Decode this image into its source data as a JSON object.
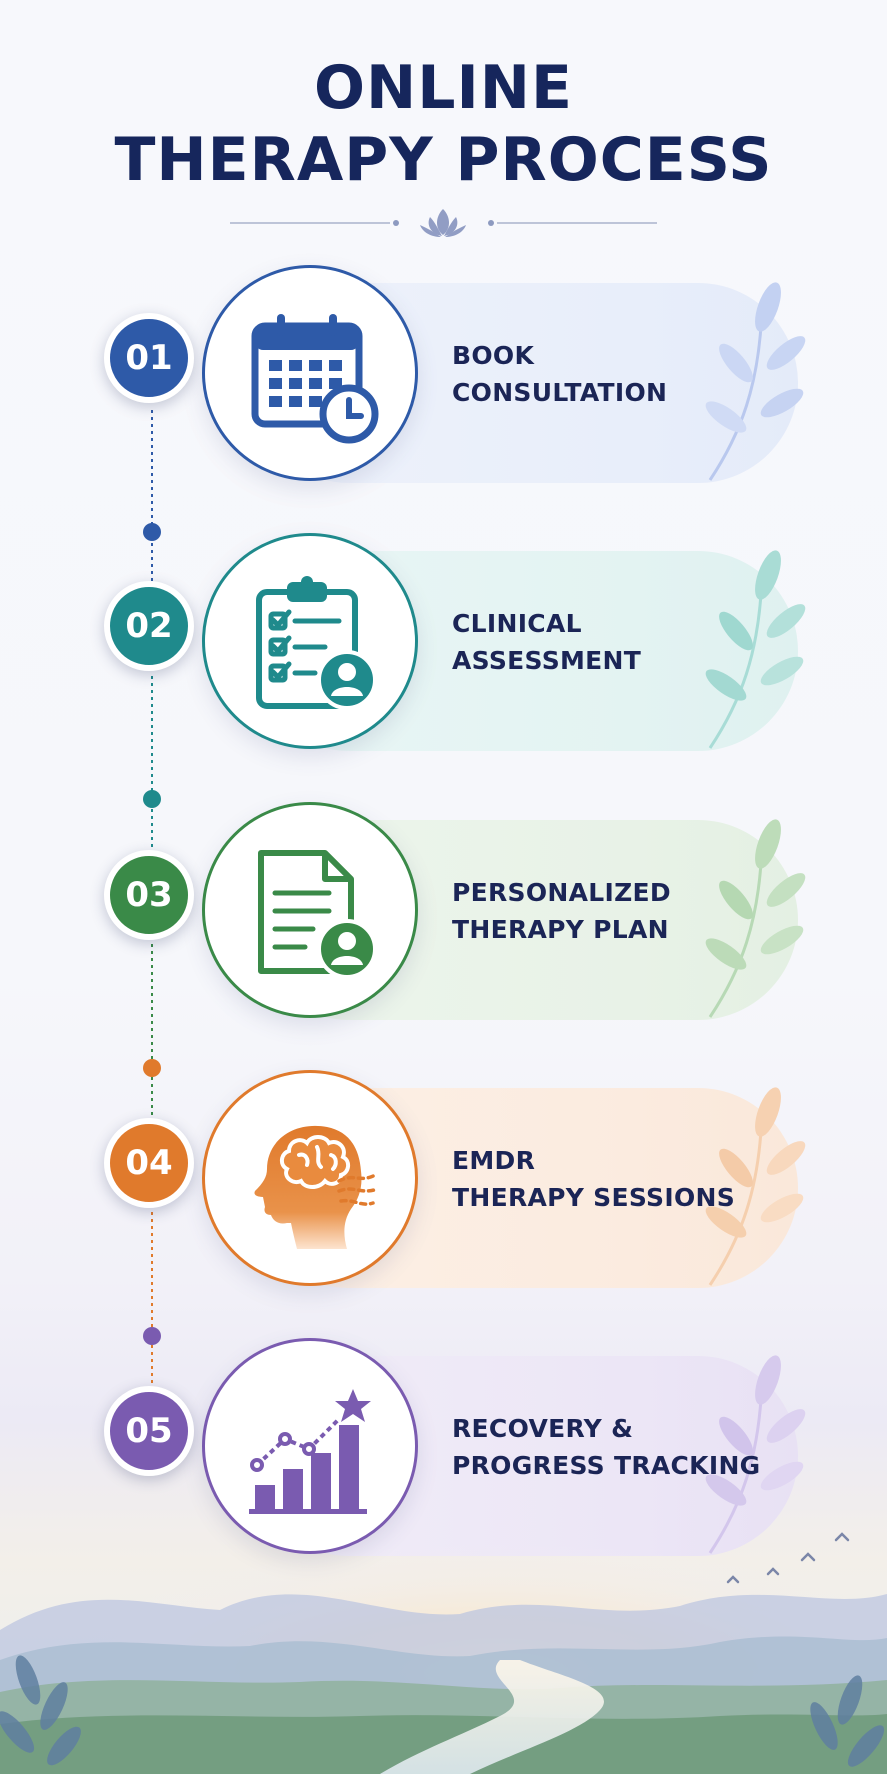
{
  "header": {
    "title_line1": "ONLINE",
    "title_line2": "THERAPY PROCESS",
    "divider_icon": "lotus-icon"
  },
  "steps": [
    {
      "number": "01",
      "line1": "BOOK",
      "line2": "CONSULTATION",
      "icon": "calendar-clock-icon",
      "color": "#2e5aa8"
    },
    {
      "number": "02",
      "line1": "CLINICAL",
      "line2": "ASSESSMENT",
      "icon": "clipboard-checklist-icon",
      "color": "#1f8a8c"
    },
    {
      "number": "03",
      "line1": "PERSONALIZED",
      "line2": "THERAPY PLAN",
      "icon": "document-user-icon",
      "color": "#3a8a48"
    },
    {
      "number": "04",
      "line1": "EMDR",
      "line2": "THERAPY SESSIONS",
      "icon": "head-brain-icon",
      "color": "#e07a2c"
    },
    {
      "number": "05",
      "line1": "RECOVERY &",
      "line2": "PROGRESS TRACKING",
      "icon": "growth-chart-star-icon",
      "color": "#7a5bb0"
    }
  ]
}
